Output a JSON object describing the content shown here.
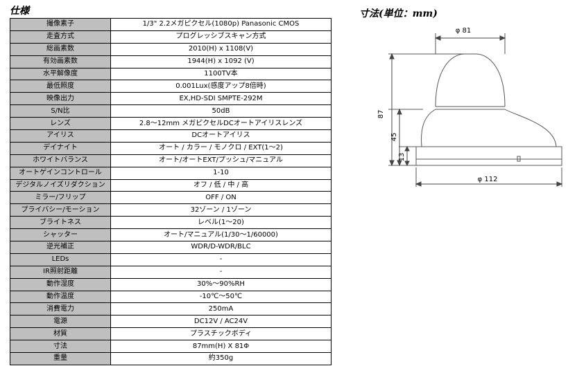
{
  "spec_title": "仕様",
  "dim_title": "寸法(単位：mm)",
  "rows": [
    {
      "label": "撮像素子",
      "value": "1/3\" 2.2メガピクセル(1080p) Panasonic CMOS"
    },
    {
      "label": "走査方式",
      "value": "プログレッシブスキャン方式"
    },
    {
      "label": "総画素数",
      "value": "2010(H) x 1108(V)"
    },
    {
      "label": "有効画素数",
      "value": "1944(H) x 1092 (V)"
    },
    {
      "label": "水平解像度",
      "value": "1100TV本"
    },
    {
      "label": "最低照度",
      "value": "0.001Lux(感度アップ8倍時)"
    },
    {
      "label": "映像出力",
      "value": "EX,HD-SDI SMPTE-292M"
    },
    {
      "label": "S/N比",
      "value": "50dB"
    },
    {
      "label": "レンズ",
      "value": "2.8～12mm メガピクセルDCオートアイリスレンズ"
    },
    {
      "label": "アイリス",
      "value": "DCオートアイリス"
    },
    {
      "label": "デイナイト",
      "value": "オート / カラー / モノクロ / EXT(1～2)"
    },
    {
      "label": "ホワイトバランス",
      "value": "オート/オートEXT/プッシュ/マニュアル"
    },
    {
      "label": "オートゲインコントロール",
      "value": "1-10"
    },
    {
      "label": "デジタルノイズリダクション",
      "value": "オフ / 低 / 中 / 高"
    },
    {
      "label": "ミラー/フリップ",
      "value": "OFF / ON"
    },
    {
      "label": "プライバシー/モーション",
      "value": "32ゾーン / 1ゾーン"
    },
    {
      "label": "ブライトネス",
      "value": "レベル(1～20)"
    },
    {
      "label": "シャッター",
      "value": "オート/マニュアル(1/30～1/60000)"
    },
    {
      "label": "逆光補正",
      "value": "WDR/D-WDR/BLC"
    },
    {
      "label": "LEDs",
      "value": "-"
    },
    {
      "label": "IR照射距離",
      "value": "-"
    },
    {
      "label": "動作湿度",
      "value": "30%～90%RH"
    },
    {
      "label": "動作温度",
      "value": "-10℃～50℃"
    },
    {
      "label": "消費電力",
      "value": "250mA"
    },
    {
      "label": "電源",
      "value": "DC12V / AC24V"
    },
    {
      "label": "材質",
      "value": "プラスチックボディ"
    },
    {
      "label": "寸法",
      "value": "87mm(H) X 81Φ"
    },
    {
      "label": "重量",
      "value": "約350g"
    }
  ],
  "dimensions": {
    "top_diameter": "φ 81",
    "total_height": "87",
    "mid_height": "45",
    "base_height": "13",
    "base_diameter": "φ 112"
  }
}
